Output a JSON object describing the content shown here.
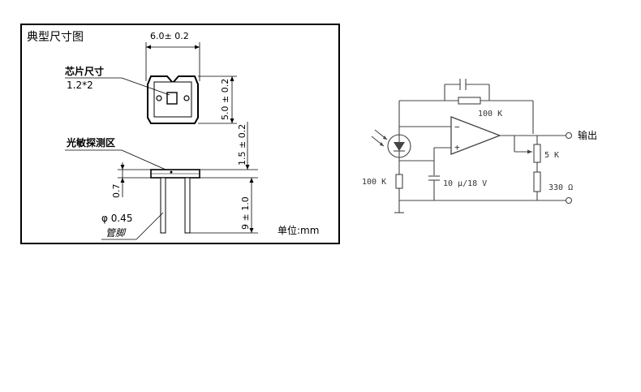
{
  "dimension_drawing": {
    "title": "典型尺寸图",
    "width_dim": "6.0± 0.2",
    "chip_label": "芯片尺寸",
    "chip_size": "1.2*2",
    "height_dim": "5.0 ± 0.2",
    "sensor_label": "光敏探测区",
    "sensor_height_dim": "1.5 ± 0.2",
    "thickness_dim": "0.7",
    "pin_length_dim": "9 ± 1.0",
    "pin_diameter": "φ 0.45",
    "pin_label": "管脚",
    "unit": "单位:mm"
  },
  "circuit": {
    "feedback_resistor": "100 K",
    "input_resistor": "100 K",
    "capacitor": "10 μ/18 V",
    "pot": "5 K",
    "load_resistor": "330 Ω",
    "output_label": "输出",
    "opamp_minus": "−",
    "opamp_plus": "+"
  }
}
